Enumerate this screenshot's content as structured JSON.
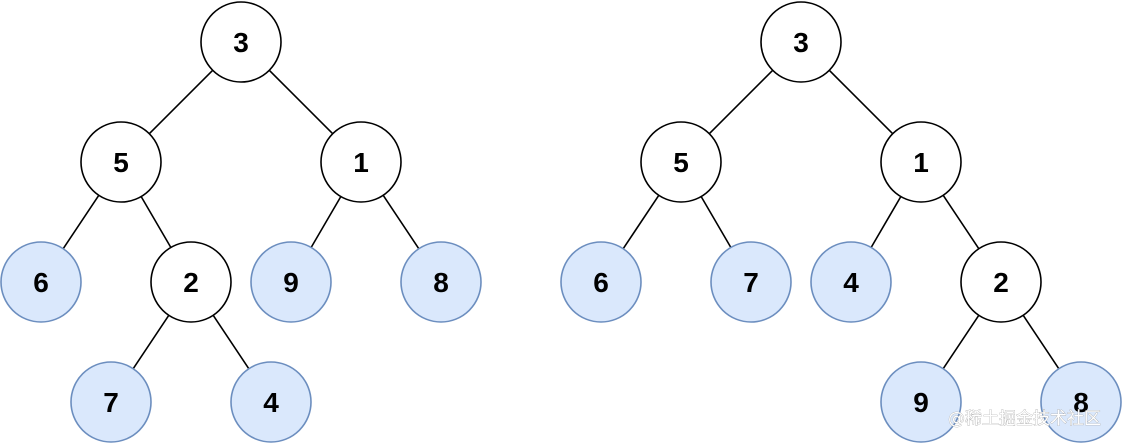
{
  "colors": {
    "leaf_fill": "#dae8fc",
    "leaf_stroke": "#6c8ebf",
    "internal_fill": "#ffffff",
    "internal_stroke": "#000000",
    "edge": "#000000"
  },
  "trees": [
    {
      "name": "tree-left",
      "nodes": [
        {
          "id": "L3",
          "label": "3",
          "leaf": false
        },
        {
          "id": "L5",
          "label": "5",
          "leaf": false
        },
        {
          "id": "L1",
          "label": "1",
          "leaf": false
        },
        {
          "id": "L6",
          "label": "6",
          "leaf": true
        },
        {
          "id": "L2",
          "label": "2",
          "leaf": false
        },
        {
          "id": "L9",
          "label": "9",
          "leaf": true
        },
        {
          "id": "L8",
          "label": "8",
          "leaf": true
        },
        {
          "id": "L7",
          "label": "7",
          "leaf": true
        },
        {
          "id": "L4",
          "label": "4",
          "leaf": true
        }
      ],
      "edges": [
        [
          "L3",
          "L5"
        ],
        [
          "L3",
          "L1"
        ],
        [
          "L5",
          "L6"
        ],
        [
          "L5",
          "L2"
        ],
        [
          "L1",
          "L9"
        ],
        [
          "L1",
          "L8"
        ],
        [
          "L2",
          "L7"
        ],
        [
          "L2",
          "L4"
        ]
      ]
    },
    {
      "name": "tree-right",
      "nodes": [
        {
          "id": "R3",
          "label": "3",
          "leaf": false
        },
        {
          "id": "R5",
          "label": "5",
          "leaf": false
        },
        {
          "id": "R1",
          "label": "1",
          "leaf": false
        },
        {
          "id": "R6",
          "label": "6",
          "leaf": true
        },
        {
          "id": "R7",
          "label": "7",
          "leaf": true
        },
        {
          "id": "R4",
          "label": "4",
          "leaf": true
        },
        {
          "id": "R2",
          "label": "2",
          "leaf": false
        },
        {
          "id": "R9",
          "label": "9",
          "leaf": true
        },
        {
          "id": "R8",
          "label": "8",
          "leaf": true
        }
      ],
      "edges": [
        [
          "R3",
          "R5"
        ],
        [
          "R3",
          "R1"
        ],
        [
          "R5",
          "R6"
        ],
        [
          "R5",
          "R7"
        ],
        [
          "R1",
          "R4"
        ],
        [
          "R1",
          "R2"
        ],
        [
          "R2",
          "R9"
        ],
        [
          "R2",
          "R8"
        ]
      ]
    }
  ],
  "watermark": "@稀土掘金技术社区"
}
